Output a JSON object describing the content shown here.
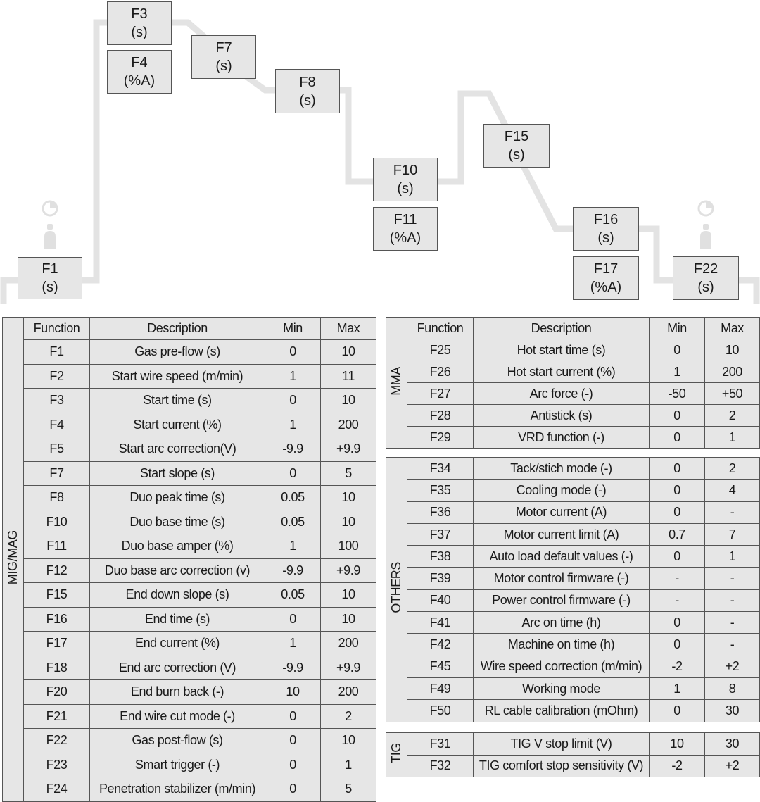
{
  "diagram": {
    "boxes": [
      {
        "code": "F1",
        "unit": "(s)"
      },
      {
        "code": "F3",
        "unit": "(s)"
      },
      {
        "code": "F4",
        "unit": "(%A)"
      },
      {
        "code": "F7",
        "unit": "(s)"
      },
      {
        "code": "F8",
        "unit": "(s)"
      },
      {
        "code": "F10",
        "unit": "(s)"
      },
      {
        "code": "F11",
        "unit": "(%A)"
      },
      {
        "code": "F15",
        "unit": "(s)"
      },
      {
        "code": "F16",
        "unit": "(s)"
      },
      {
        "code": "F17",
        "unit": "(%A)"
      },
      {
        "code": "F22",
        "unit": "(s)"
      }
    ],
    "line_color": "#e3e3e3",
    "icons": [
      "timer-icon",
      "gas-bottle-icon"
    ]
  },
  "headers": {
    "function": "Function",
    "description": "Description",
    "min": "Min",
    "max": "Max"
  },
  "tables": [
    {
      "group": "MIG/MAG",
      "rows": [
        [
          "F1",
          "Gas pre-flow (s)",
          "0",
          "10"
        ],
        [
          "F2",
          "Start wire speed (m/min)",
          "1",
          "11"
        ],
        [
          "F3",
          "Start time (s)",
          "0",
          "10"
        ],
        [
          "F4",
          "Start current (%)",
          "1",
          "200"
        ],
        [
          "F5",
          "Start arc correction(V)",
          "-9.9",
          "+9.9"
        ],
        [
          "F7",
          "Start slope (s)",
          "0",
          "5"
        ],
        [
          "F8",
          "Duo peak time (s)",
          "0.05",
          "10"
        ],
        [
          "F10",
          "Duo base time (s)",
          "0.05",
          "10"
        ],
        [
          "F11",
          "Duo base amper (%)",
          "1",
          "100"
        ],
        [
          "F12",
          "Duo base arc correction (v)",
          "-9.9",
          "+9.9"
        ],
        [
          "F15",
          "End down slope (s)",
          "0.05",
          "10"
        ],
        [
          "F16",
          "End time (s)",
          "0",
          "10"
        ],
        [
          "F17",
          "End current (%)",
          "1",
          "200"
        ],
        [
          "F18",
          "End arc correction (V)",
          "-9.9",
          "+9.9"
        ],
        [
          "F20",
          "End burn back (-)",
          "10",
          "200"
        ],
        [
          "F21",
          "End wire cut mode (-)",
          "0",
          "2"
        ],
        [
          "F22",
          "Gas post-flow (s)",
          "0",
          "10"
        ],
        [
          "F23",
          "Smart trigger (-)",
          "0",
          "1"
        ],
        [
          "F24",
          "Penetration stabilizer (m/min)",
          "0",
          "5"
        ]
      ]
    },
    {
      "group": "MMA",
      "rows": [
        [
          "F25",
          "Hot start time (s)",
          "0",
          "10"
        ],
        [
          "F26",
          "Hot start current (%)",
          "1",
          "200"
        ],
        [
          "F27",
          "Arc force (-)",
          "-50",
          "+50"
        ],
        [
          "F28",
          "Antistick (s)",
          "0",
          "2"
        ],
        [
          "F29",
          "VRD function (-)",
          "0",
          "1"
        ]
      ]
    },
    {
      "group": "OTHERS",
      "rows": [
        [
          "F34",
          "Tack/stich mode (-)",
          "0",
          "2"
        ],
        [
          "F35",
          "Cooling mode (-)",
          "0",
          "4"
        ],
        [
          "F36",
          "Motor current (A)",
          "0",
          "-"
        ],
        [
          "F37",
          "Motor current limit (A)",
          "0.7",
          "7"
        ],
        [
          "F38",
          "Auto load default values (-)",
          "0",
          "1"
        ],
        [
          "F39",
          "Motor control firmware (-)",
          "-",
          "-"
        ],
        [
          "F40",
          "Power control firmware (-)",
          "-",
          "-"
        ],
        [
          "F41",
          "Arc on time (h)",
          "0",
          "-"
        ],
        [
          "F42",
          "Machine on time (h)",
          "0",
          "-"
        ],
        [
          "F45",
          "Wire speed correction (m/min)",
          "-2",
          "+2"
        ],
        [
          "F49",
          "Working mode",
          "1",
          "8"
        ],
        [
          "F50",
          "RL cable calibration (mOhm)",
          "0",
          "30"
        ]
      ]
    },
    {
      "group": "TIG",
      "rows": [
        [
          "F31",
          "TIG V stop limit (V)",
          "10",
          "30"
        ],
        [
          "F32",
          "TIG comfort stop sensitivity (V)",
          "-2",
          "+2"
        ]
      ]
    }
  ]
}
